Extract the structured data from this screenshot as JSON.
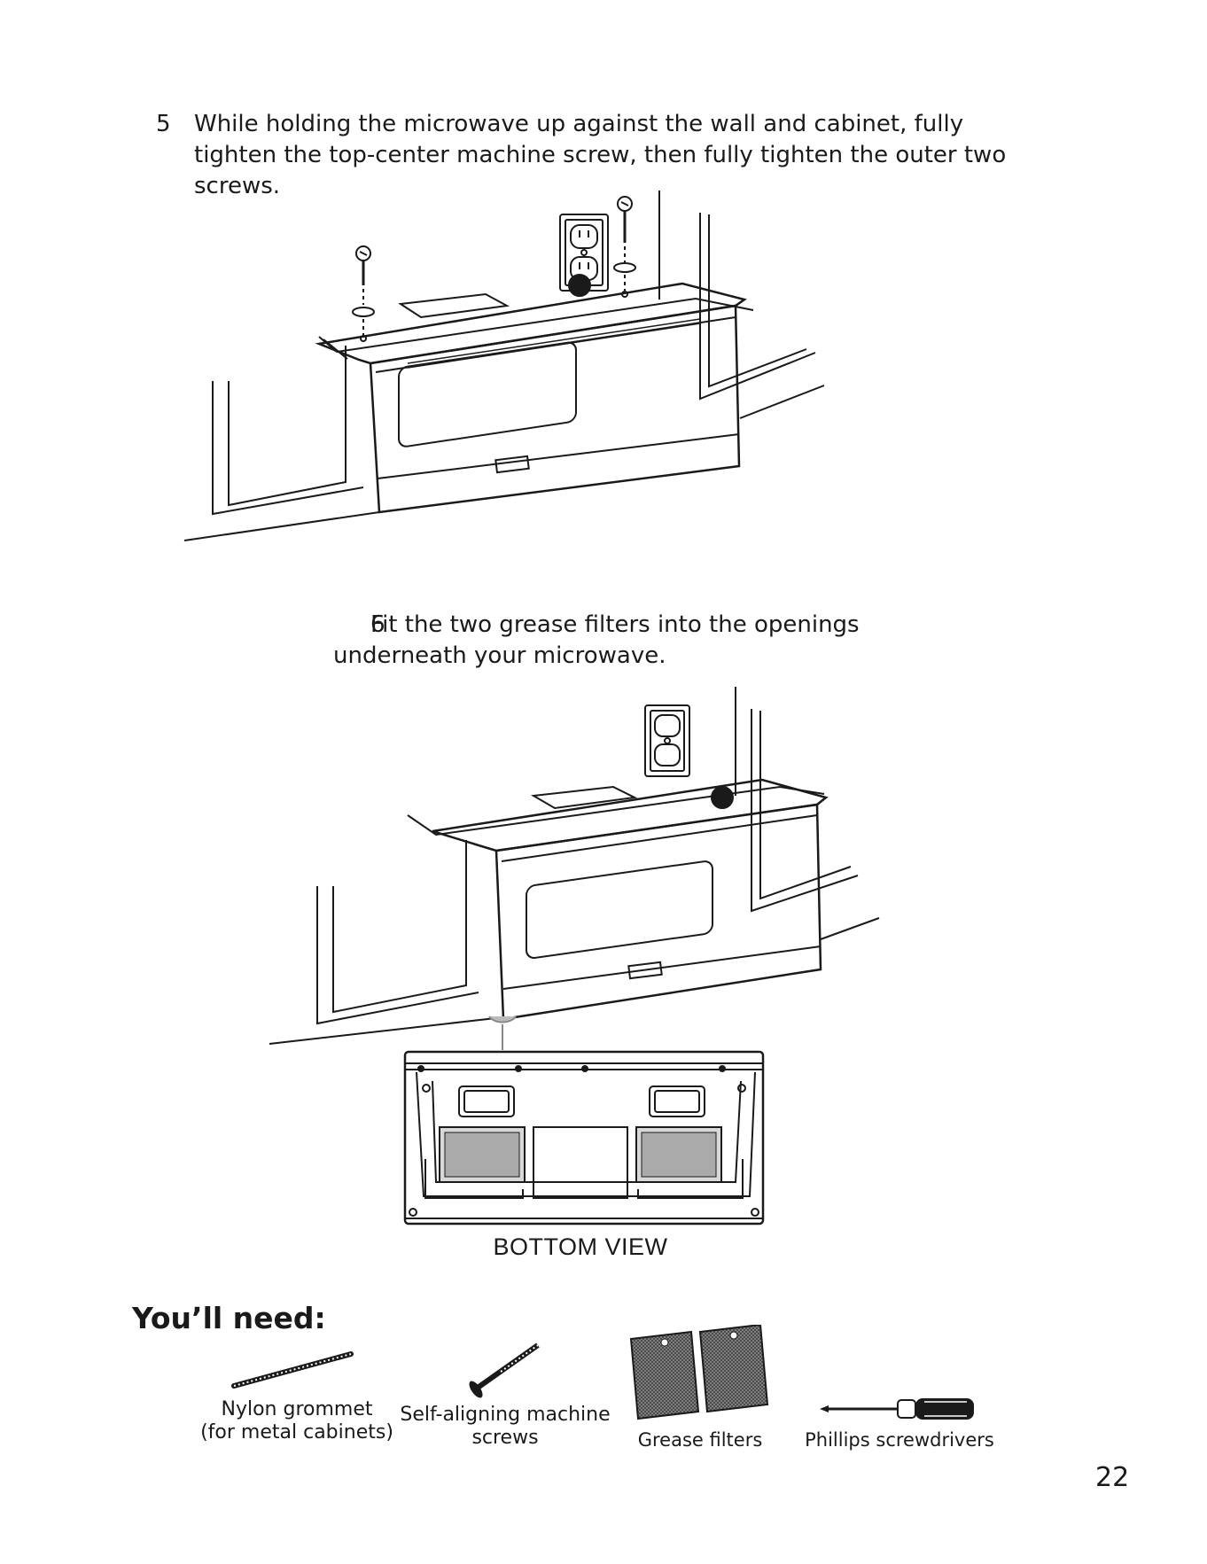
{
  "step5": {
    "number": "5",
    "text": "While holding the microwave up against the wall and cabinet, fully tighten the top-center machine screw, then fully tighten the outer two screws."
  },
  "step6": {
    "number": "6",
    "text": "Fit the two grease filters into the openings underneath your microwave."
  },
  "bottom_view_label": "BOTTOM VIEW",
  "youll_need": {
    "heading": "You’ll need:",
    "items": [
      {
        "line1": "Nylon grommet",
        "line2": "(for metal cabinets)"
      },
      {
        "line1": "Self-aligning machine",
        "line2": "screws"
      },
      {
        "line1": "Grease filters"
      },
      {
        "line1": "Phillips screwdrivers"
      }
    ]
  },
  "page_number": "22"
}
